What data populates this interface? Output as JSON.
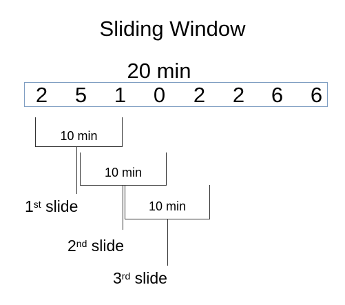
{
  "diagram": {
    "title": "Sliding Window",
    "stream_duration": "20 min",
    "stream_values": [
      "2",
      "5",
      "1",
      "0",
      "2",
      "2",
      "6",
      "6"
    ],
    "windows": [
      {
        "label": "10 min",
        "slide_number": "1",
        "slide_suffix": "st",
        "slide_word": "slide"
      },
      {
        "label": "10 min",
        "slide_number": "2",
        "slide_suffix": "nd",
        "slide_word": "slide"
      },
      {
        "label": "10 min",
        "slide_number": "3",
        "slide_suffix": "rd",
        "slide_word": "slide"
      }
    ],
    "colors": {
      "stream_border": "#7f9ec2",
      "lines": "#333333",
      "text": "#000000"
    }
  }
}
